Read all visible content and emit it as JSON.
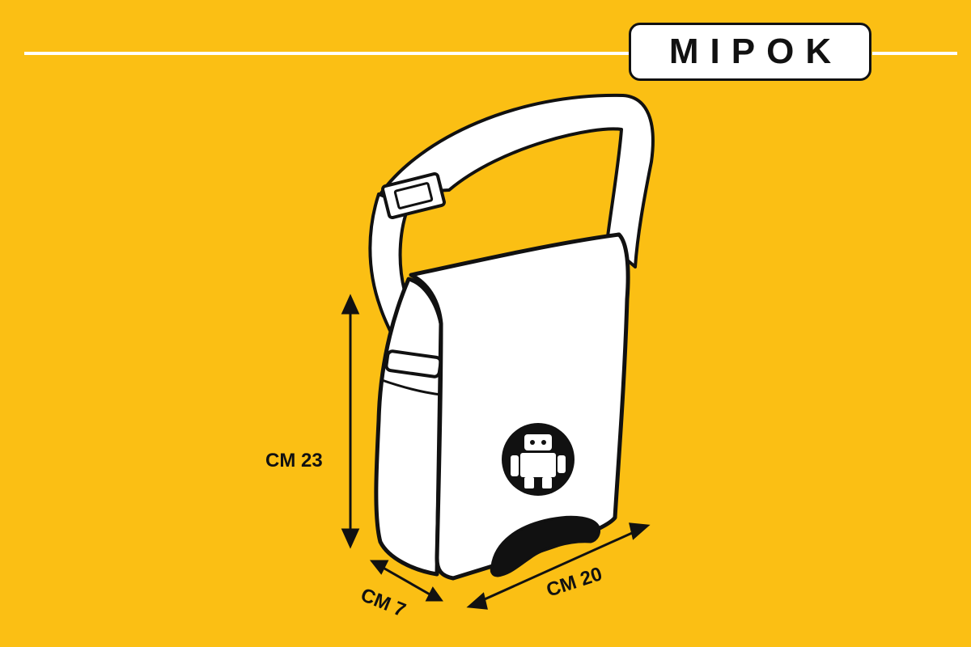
{
  "brand": {
    "name": "MIPOK"
  },
  "dimensions": {
    "height_label": "CM 23",
    "depth_label": "CM 7",
    "width_label": "CM 20"
  },
  "colors": {
    "background": "#FBBF14",
    "outline": "#111111",
    "bag": "#ffffff"
  }
}
